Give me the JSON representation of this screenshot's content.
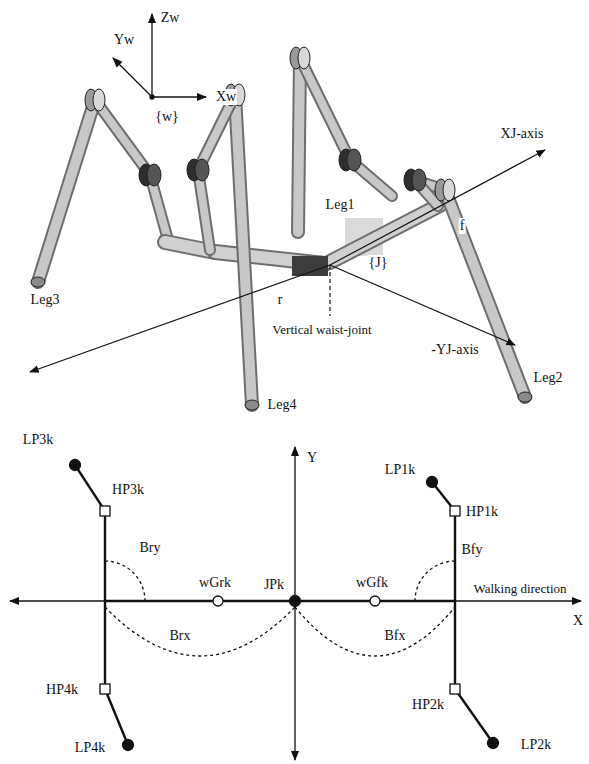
{
  "diagram": {
    "labels": [
      "Zw",
      "Yw",
      "Xw",
      "{w}",
      "Leg1",
      "XJ-axis",
      "f",
      "{J}",
      "Leg2",
      "Leg3",
      "r",
      "Vertical waist-joint",
      "-YJ-axis",
      "Leg4",
      "Y",
      "LP3k",
      "HP3k",
      "LP1k",
      "HP1k",
      "Bry",
      "Bfy",
      "wGrk",
      "JPk",
      "wGfk",
      "Walking direction",
      "X",
      "Brx",
      "Bfx",
      "HP2k",
      "HP4k",
      "LP4k",
      "LP2k"
    ]
  }
}
